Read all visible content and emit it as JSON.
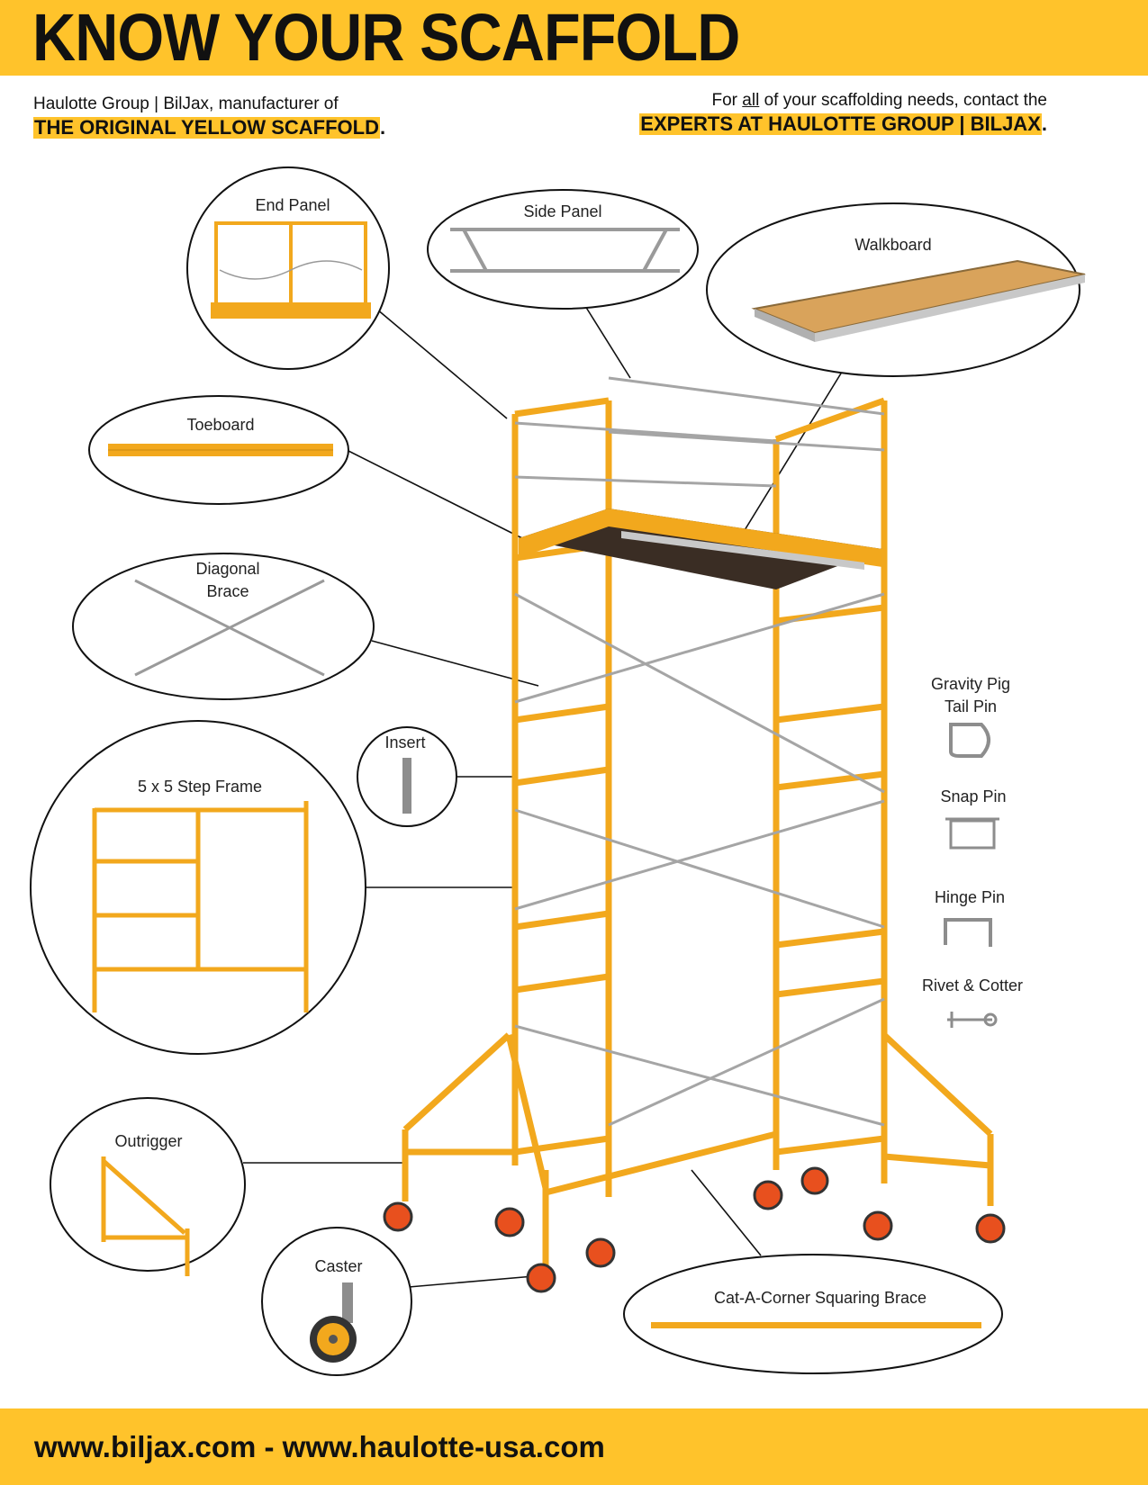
{
  "header": {
    "title": "KNOW YOUR SCAFFOLD",
    "left_line1": "Haulotte Group | BilJax, manufacturer of",
    "left_highlight": "THE ORIGINAL YELLOW SCAFFOLD",
    "right_line1_pre": "For ",
    "right_line1_under": "all",
    "right_line1_post": " of your scaffolding needs, contact the",
    "right_highlight": "EXPERTS AT HAULOTTE GROUP | BILJAX",
    "period": "."
  },
  "parts": {
    "end_panel": "End Panel",
    "side_panel": "Side Panel",
    "walkboard": "Walkboard",
    "toeboard": "Toeboard",
    "diagonal_brace_1": "Diagonal",
    "diagonal_brace_2": "Brace",
    "insert": "Insert",
    "step_frame": "5 x 5 Step Frame",
    "outrigger": "Outrigger",
    "caster": "Caster",
    "squaring_brace": "Cat-A-Corner Squaring Brace",
    "gravity_pin_1": "Gravity Pig",
    "gravity_pin_2": "Tail Pin",
    "snap_pin": "Snap Pin",
    "hinge_pin": "Hinge Pin",
    "rivet_cotter": "Rivet & Cotter"
  },
  "footer": {
    "websites": "www.biljax.com - www.haulotte-usa.com"
  },
  "colors": {
    "brand_yellow": "#FFC32B",
    "scaffold_orange": "#F2A81D",
    "wheel_orange": "#E8501E"
  }
}
